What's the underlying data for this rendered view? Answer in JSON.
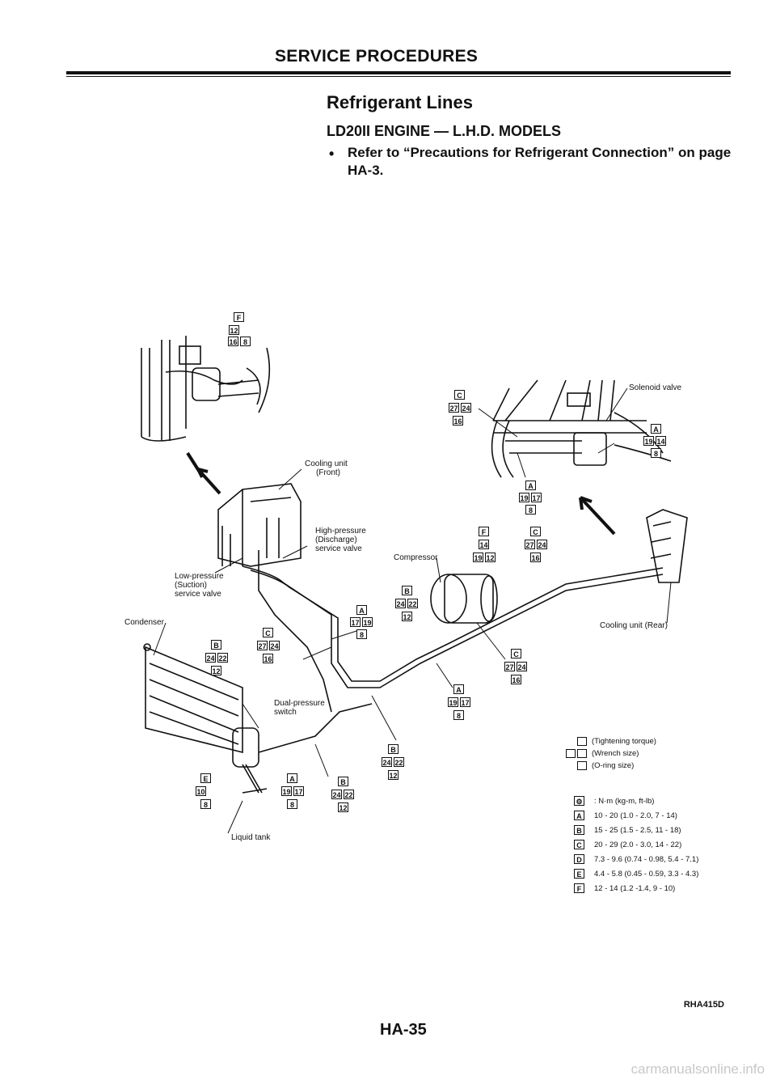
{
  "header": {
    "title": "SERVICE PROCEDURES"
  },
  "section": {
    "title": "Refrigerant Lines",
    "subtitle": "LD20II ENGINE — L.H.D. MODELS",
    "bullet": "Refer to “Precautions for Refrigerant Connection” on page HA-3."
  },
  "labels": {
    "solenoid_valve": "Solenoid valve",
    "cooling_unit_front": [
      "Cooling unit",
      "(Front)"
    ],
    "high_pressure_valve": [
      "High-pressure",
      "(Discharge)",
      "service valve"
    ],
    "compressor": "Compressor",
    "low_pressure_valve": [
      "Low-pressure",
      "(Suction)",
      "service valve"
    ],
    "condenser": "Condenser",
    "cooling_unit_rear": "Cooling unit (Rear)",
    "dual_pressure_switch": [
      "Dual-pressure",
      "switch"
    ],
    "liquid_tank": "Liquid tank"
  },
  "callouts": [
    {
      "id": "top-left",
      "letter": "F",
      "sizes": [
        "12"
      ],
      "orings": [
        "16",
        "8"
      ]
    },
    {
      "id": "solenoid-left",
      "letter": "C",
      "sizes": [
        "27",
        "24"
      ],
      "orings": [
        "16"
      ]
    },
    {
      "id": "solenoid-right",
      "letter": "A",
      "sizes": [
        "19",
        "14"
      ],
      "orings": [
        "8"
      ]
    },
    {
      "id": "solenoid-below",
      "letter": "A",
      "sizes": [
        "19",
        "17"
      ],
      "orings": [
        "8"
      ]
    },
    {
      "id": "compressor-f",
      "letter": "F",
      "sizes": [
        "14"
      ],
      "orings": [
        "19",
        "12"
      ]
    },
    {
      "id": "compressor-c",
      "letter": "C",
      "sizes": [
        "27",
        "24"
      ],
      "orings": [
        "16"
      ]
    },
    {
      "id": "compressor-b",
      "letter": "B",
      "sizes": [
        "24",
        "22"
      ],
      "orings": [
        "12"
      ]
    },
    {
      "id": "mid-a",
      "letter": "A",
      "sizes": [
        "17",
        "19"
      ],
      "orings": [
        "8"
      ]
    },
    {
      "id": "mid-c",
      "letter": "C",
      "sizes": [
        "27",
        "24"
      ],
      "orings": [
        "16"
      ]
    },
    {
      "id": "left-b",
      "letter": "B",
      "sizes": [
        "24",
        "22"
      ],
      "orings": [
        "12"
      ]
    },
    {
      "id": "right-c",
      "letter": "C",
      "sizes": [
        "27",
        "24"
      ],
      "orings": [
        "16"
      ]
    },
    {
      "id": "right-a",
      "letter": "A",
      "sizes": [
        "19",
        "17"
      ],
      "orings": [
        "8"
      ]
    },
    {
      "id": "lower-b",
      "letter": "B",
      "sizes": [
        "24",
        "22"
      ],
      "orings": [
        "12"
      ]
    },
    {
      "id": "tank-e",
      "letter": "E",
      "sizes": [
        "10"
      ],
      "orings": [
        "8"
      ]
    },
    {
      "id": "tank-a",
      "letter": "A",
      "sizes": [
        "19",
        "17"
      ],
      "orings": [
        "8"
      ]
    },
    {
      "id": "tank-b",
      "letter": "B",
      "sizes": [
        "24",
        "22"
      ],
      "orings": [
        "12"
      ]
    }
  ],
  "legend": {
    "items": [
      "(Tightening torque)",
      "(Wrench size)",
      "(O-ring size)"
    ],
    "unit": ": N·m (kg-m, ft-lb)",
    "torques": [
      {
        "letter": "A",
        "value": "10 - 20 (1.0 - 2.0, 7 - 14)"
      },
      {
        "letter": "B",
        "value": "15 - 25 (1.5 - 2.5, 11 - 18)"
      },
      {
        "letter": "C",
        "value": "20 - 29 (2.0 - 3.0, 14 - 22)"
      },
      {
        "letter": "D",
        "value": "7.3 - 9.6 (0.74 - 0.98, 5.4 - 7.1)"
      },
      {
        "letter": "E",
        "value": "4.4 - 5.8 (0.45 - 0.59, 3.3 - 4.3)"
      },
      {
        "letter": "F",
        "value": "12 - 14 (1.2 -1.4, 9 - 10)"
      }
    ]
  },
  "footer": {
    "code": "RHA415D",
    "page": "HA-35",
    "watermark": "carmanualsonline.info"
  }
}
